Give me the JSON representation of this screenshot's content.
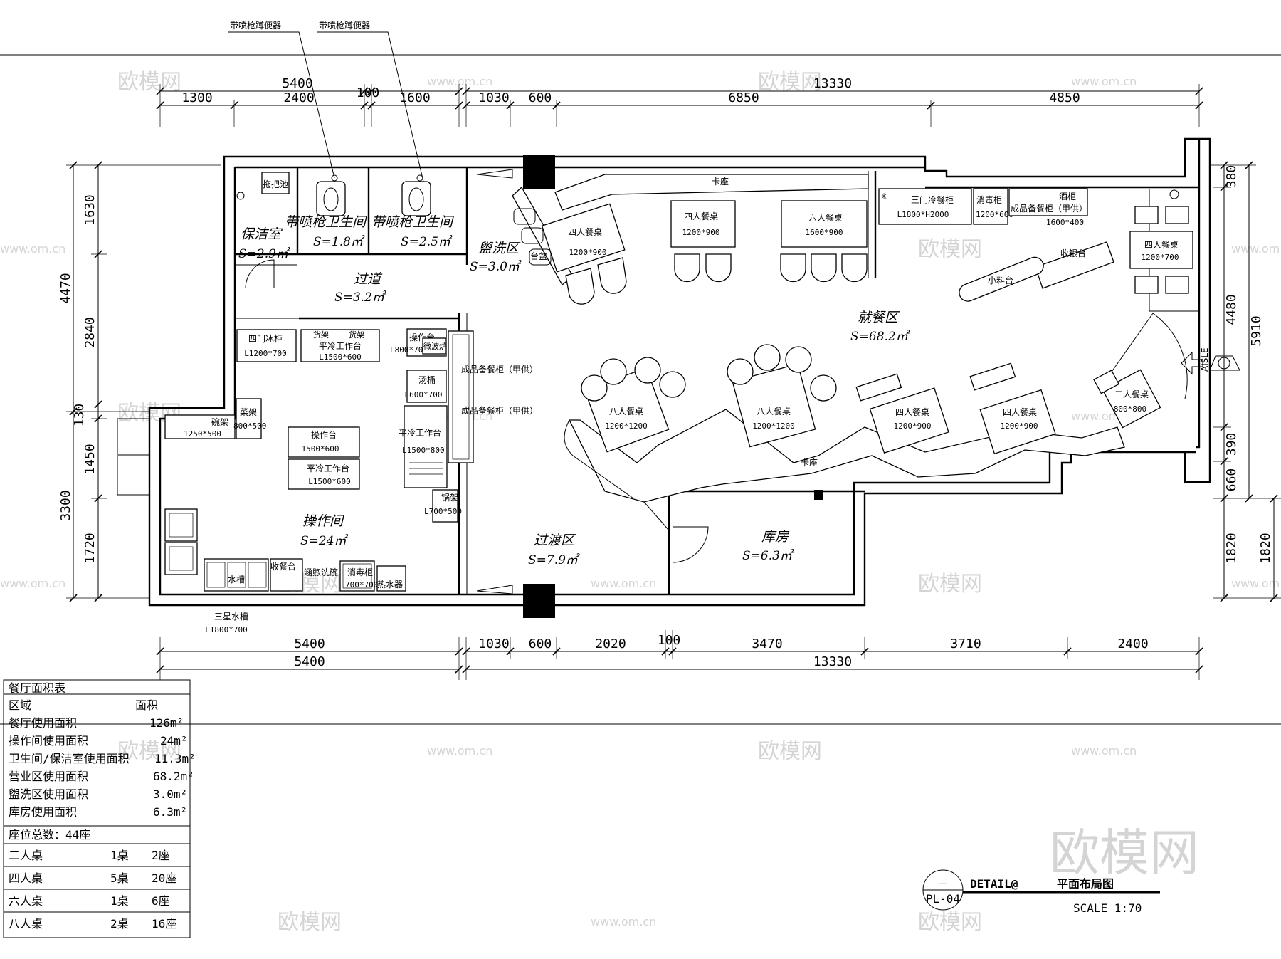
{
  "callouts": {
    "left": "带喷枪蹲便器",
    "right": "带喷枪蹲便器"
  },
  "dimensions": {
    "top_total_left": "5400",
    "top_gap": "100",
    "top_total_right": "13330",
    "top_segments": [
      "1300",
      "2400",
      "1600",
      "1030",
      "600",
      "6850",
      "4850"
    ],
    "left_outer": [
      "4470",
      "3300"
    ],
    "left_inner": [
      "1630",
      "2840",
      "130",
      "1450",
      "1720"
    ],
    "right_outer": [
      "5910"
    ],
    "right_inner": [
      "380",
      "4480",
      "390",
      "660",
      "1820"
    ],
    "right_far": [
      "1820"
    ],
    "bottom_segments": [
      "5400",
      "1030",
      "600",
      "2020",
      "100",
      "3470",
      "3710",
      "2400"
    ],
    "bottom_totals": [
      "5400",
      "13330"
    ]
  },
  "rooms": {
    "cleaning": {
      "name": "保洁室",
      "area": "S=2.9㎡"
    },
    "toilet1": {
      "name": "带喷枪卫生间",
      "area": "S=1.8㎡"
    },
    "toilet2": {
      "name": "带喷枪卫生间",
      "area": "S=2.5㎡"
    },
    "corridor": {
      "name": "过道",
      "area": "S=3.2㎡"
    },
    "wash": {
      "name": "盥洗区",
      "area": "S=3.0㎡"
    },
    "dining": {
      "name": "就餐区",
      "area": "S=68.2㎡"
    },
    "kitchen": {
      "name": "操作间",
      "area": "S=24㎡"
    },
    "transition": {
      "name": "过渡区",
      "area": "S=7.9㎡"
    },
    "storage": {
      "name": "库房",
      "area": "S=6.3㎡"
    }
  },
  "furniture": {
    "mop_pool": "拖把池",
    "fridge_name": "四门冰柜",
    "fridge_size": "L1200*700",
    "shelf1": "货架",
    "shelf2": "货架",
    "cold_bench_1_name": "平冷工作台",
    "cold_bench_1_size": "L1500*600",
    "work_counter_name": "操作台",
    "work_counter_size": "L800*700",
    "microwave": "微波炉",
    "soup": "汤桶",
    "soup_size": "L600*700",
    "cold_bench_2_name": "平冷工作台",
    "cold_bench_2_size": "L1500*800",
    "finished_cab_1": "成品备餐柜（甲供）",
    "finished_cab_2": "成品备餐柜（甲供）",
    "wok_rack": "锅架",
    "wok_rack_size": "L700*500",
    "bowl_rack": "碗架",
    "bowl_rack_size": "1250*500",
    "veg_rack": "菜架",
    "veg_rack_size": "800*500",
    "center_bench_name": "操作台",
    "center_bench_size": "1500*600",
    "cold_bench_3_name": "平冷工作台",
    "cold_bench_3_size": "L1500*600",
    "water_tank": "水槽",
    "sink_3": "三星水槽",
    "sink_3_size": "L1800*700",
    "dish_return": "收餐台",
    "dishwasher": "涵煦洗碗",
    "disinfect": "消毒柜",
    "disinfect_size": "700*700",
    "water_heater": "热水器",
    "basin": "台盆",
    "booth_top": "卡座",
    "booth_bottom": "卡座",
    "four_table_1": "四人餐桌",
    "four_table_1_size": "1200*900",
    "four_table_2": "四人餐桌",
    "four_table_2_size": "1200*900",
    "six_table": "六人餐桌",
    "six_table_size": "1600*900",
    "three_door_name": "三门冷餐柜",
    "three_door_size": "L1800*H2000",
    "sterilizer": "消毒柜",
    "sterilizer_size": "1200*600",
    "wine_cab": "酒柜",
    "finished_cab_3": "成品备餐柜（甲供）",
    "finished_cab_3_size": "1600*400",
    "cashier": "收银台",
    "side_counter": "小料台",
    "four_table_3": "四人餐桌",
    "four_table_3_size": "1200*700",
    "eight_table_1": "八人餐桌",
    "eight_table_1_size": "1200*1200",
    "eight_table_2": "八人餐桌",
    "eight_table_2_size": "1200*1200",
    "four_table_4": "四人餐桌",
    "four_table_4_size": "1200*900",
    "four_table_5": "四人餐桌",
    "four_table_5_size": "1200*900",
    "two_table": "二人餐桌",
    "two_table_size": "800*800",
    "aisle": "AISLE"
  },
  "area_table": {
    "title": "餐厅面积表",
    "header": {
      "region": "区域",
      "area": "面积"
    },
    "rows": [
      {
        "region": "餐厅使用面积",
        "area": "126m²"
      },
      {
        "region": "操作间使用面积",
        "area": "24m²"
      },
      {
        "region": "卫生间/保洁室使用面积",
        "area": "11.3m²"
      },
      {
        "region": "营业区使用面积",
        "area": "68.2m²"
      },
      {
        "region": "盥洗区使用面积",
        "area": "3.0m²"
      },
      {
        "region": "库房使用面积",
        "area": "6.3m²"
      }
    ],
    "seat_total": "座位总数：44座",
    "seats": [
      {
        "type": "二人桌",
        "tables": "1桌",
        "seats": "2座"
      },
      {
        "type": "四人桌",
        "tables": "5桌",
        "seats": "20座"
      },
      {
        "type": "六人桌",
        "tables": "1桌",
        "seats": "6座"
      },
      {
        "type": "八人桌",
        "tables": "2桌",
        "seats": "16座"
      }
    ]
  },
  "title_block": {
    "symbol_top": "—",
    "sheet": "PL-04",
    "detail": "DETAIL@",
    "title": "平面布局图",
    "scale": "SCALE 1:70"
  },
  "watermarks": {
    "brand_cn": "欧模网",
    "site": "www.om.cn",
    "big": "欧模网"
  }
}
